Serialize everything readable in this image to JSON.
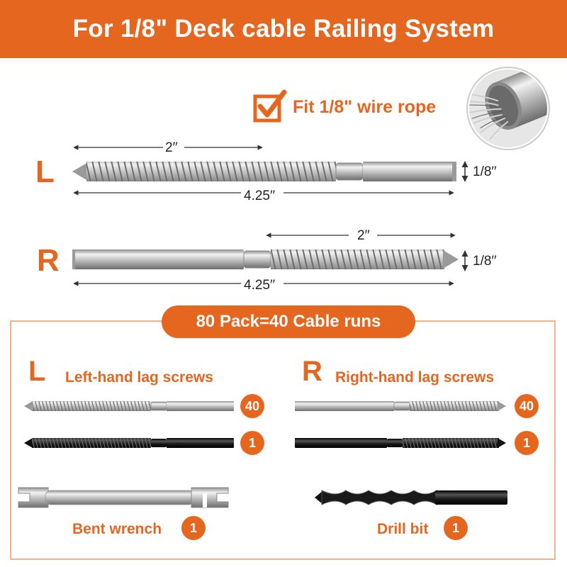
{
  "banner": {
    "title": "For 1/8\" Deck cable Railing System"
  },
  "fit": {
    "label": "Fit 1/8\" wire rope",
    "icon": "checkbox-checked-icon"
  },
  "left_screw": {
    "letter": "L",
    "thread_length": "2′′",
    "total_length": "4.25′′",
    "diameter": "1/8′′"
  },
  "right_screw": {
    "letter": "R",
    "thread_length": "2′′",
    "total_length": "4.25′′",
    "diameter": "1/8′′"
  },
  "pack": {
    "title": "80 Pack=40 Cable runs",
    "left_group": {
      "letter": "L",
      "label": "Left-hand lag screws",
      "silver_qty": "40",
      "black_qty": "1"
    },
    "right_group": {
      "letter": "R",
      "label": "Right-hand lag screws",
      "silver_qty": "40",
      "black_qty": "1"
    },
    "wrench": {
      "label": "Bent wrench",
      "qty": "1"
    },
    "drill": {
      "label": "Drill bit",
      "qty": "1"
    }
  },
  "colors": {
    "accent": "#e4661f",
    "border": "#f0b48d",
    "steel": "#c9c9c9",
    "black_steel": "#1a1a1a"
  }
}
